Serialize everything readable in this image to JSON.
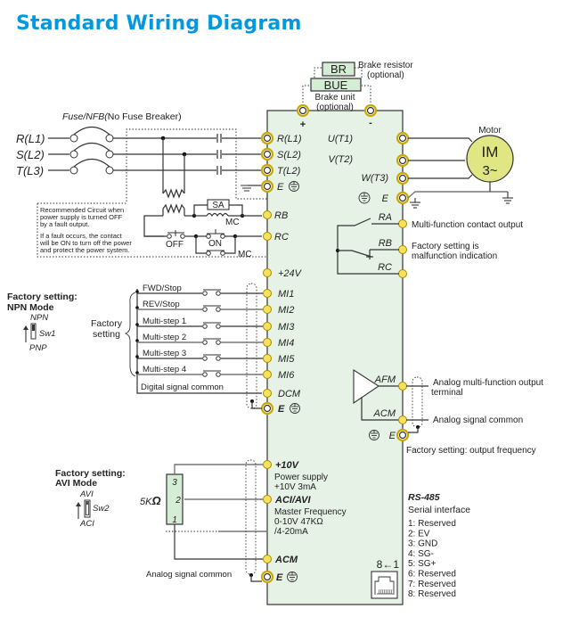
{
  "title": "Standard Wiring Diagram",
  "brake": {
    "br_label": "BR",
    "br_desc_1": "Brake resistor",
    "br_desc_2": "(optional)",
    "bue_label": "BUE",
    "bue_desc_1": "Brake unit",
    "bue_desc_2": "(optional)",
    "plus": "+",
    "minus": "-"
  },
  "power_input": {
    "fuse_label_italic": "Fuse/NFB(",
    "fuse_label_rest": "No Fuse Breaker)",
    "lines": [
      "R(L1)",
      "S(L2)",
      "T(L3)"
    ]
  },
  "recommended_circuit": {
    "note_1": [
      "Recommended Circuit when",
      "power supply is turned OFF",
      "by a fault output."
    ],
    "note_2": [
      "If a fault occurs, the contact",
      "will be ON to turn off the power",
      "and protect the power system."
    ],
    "sa": "SA",
    "mc": "MC",
    "off": "OFF",
    "on": "ON",
    "mc2": "MC"
  },
  "drive_left_terminals": {
    "r": "R(L1)",
    "s": "S(L2)",
    "t": "T(L2)",
    "e": "E",
    "rb": "RB",
    "rc": "RC",
    "p24": "+24V",
    "mi": [
      "MI1",
      "MI2",
      "MI3",
      "MI4",
      "MI5",
      "MI6"
    ],
    "dcm": "DCM",
    "e2": "E",
    "p10": "+10V",
    "p10_desc": [
      "Power supply",
      "+10V 3mA"
    ],
    "aci": "ACI/AVI",
    "aci_desc": [
      "Master Frequency",
      "0-10V 47KΩ",
      "/4-20mA"
    ],
    "acm": "ACM",
    "e3": "E"
  },
  "drive_right_terminals": {
    "u": "U(T1)",
    "v": "V(T2)",
    "w": "W(T3)",
    "e": "E",
    "ra": "RA",
    "rb": "RB",
    "rc": "RC",
    "afm": "AFM",
    "acm": "ACM",
    "e2": "E"
  },
  "motor": {
    "label": "Motor",
    "line1": "IM",
    "line2": "3~"
  },
  "relay_notes": {
    "ra_desc": "Multi-function contact output",
    "rb_desc_1": "Factory setting is",
    "rb_desc_2": "malfunction indication"
  },
  "digital_inputs": {
    "mode_title_1": "Factory setting:",
    "mode_title_2": "NPN Mode",
    "npn": "NPN",
    "sw": "Sw1",
    "pnp": "PNP",
    "factory_1": "Factory",
    "factory_2": "setting",
    "items": [
      "FWD/Stop",
      "REV/Stop",
      "Multi-step 1",
      "Multi-step 2",
      "Multi-step 3",
      "Multi-step 4"
    ],
    "common": "Digital signal common"
  },
  "analog_output": {
    "afm_desc_1": "Analog multi-function output",
    "afm_desc_2": "terminal",
    "acm_desc": "Analog signal common",
    "factory_desc": "Factory setting: output frequency"
  },
  "analog_input": {
    "mode_title_1": "Factory setting:",
    "mode_title_2": "AVI Mode",
    "avi": "AVI",
    "sw": "Sw2",
    "aci": "ACI",
    "pot_value": "5K",
    "pot_unit": "Ω",
    "pins": [
      "3",
      "2",
      "1"
    ],
    "common": "Analog signal common"
  },
  "rs485": {
    "title": "RS-485",
    "subtitle": "Serial interface",
    "port_order": "8←1",
    "pins": [
      "1: Reserved",
      "2: EV",
      "3: GND",
      "4: SG-",
      "5: SG+",
      "6: Reserved",
      "7: Reserved",
      "8: Reserved"
    ]
  }
}
